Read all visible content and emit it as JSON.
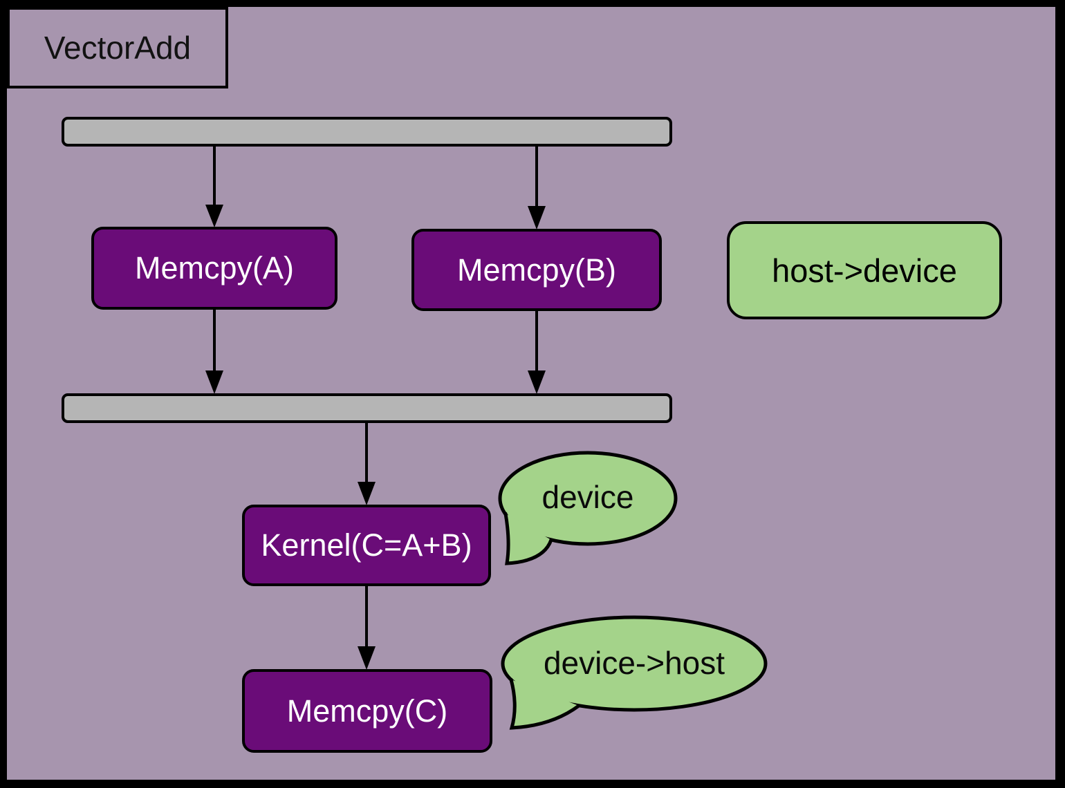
{
  "diagram": {
    "title": "VectorAdd",
    "type": "stream-task-graph",
    "nodes": [
      {
        "id": "memcpy_a",
        "label": "Memcpy(A)",
        "kind": "operation"
      },
      {
        "id": "memcpy_b",
        "label": "Memcpy(B)",
        "kind": "operation"
      },
      {
        "id": "kernel",
        "label": "Kernel(C=A+B)",
        "kind": "operation"
      },
      {
        "id": "memcpy_c",
        "label": "Memcpy(C)",
        "kind": "operation"
      }
    ],
    "barriers": [
      {
        "id": "barrier_top"
      },
      {
        "id": "barrier_mid"
      }
    ],
    "edges": [
      {
        "from": "barrier_top",
        "to": "memcpy_a"
      },
      {
        "from": "barrier_top",
        "to": "memcpy_b"
      },
      {
        "from": "memcpy_a",
        "to": "barrier_mid"
      },
      {
        "from": "memcpy_b",
        "to": "barrier_mid"
      },
      {
        "from": "barrier_mid",
        "to": "kernel"
      },
      {
        "from": "kernel",
        "to": "memcpy_c"
      }
    ],
    "legend": {
      "label": "host->device"
    },
    "callouts": [
      {
        "id": "device",
        "text": "device",
        "attached_to": "kernel"
      },
      {
        "id": "device_host",
        "text": "device->host",
        "attached_to": "memcpy_c"
      }
    ],
    "colors": {
      "background": "#a795ae",
      "frame": "#000000",
      "node_fill": "#6a0c78",
      "node_text": "#ffffff",
      "barrier_fill": "#b5b5b5",
      "callout_fill": "#a4d38a",
      "outline": "#000000"
    }
  }
}
